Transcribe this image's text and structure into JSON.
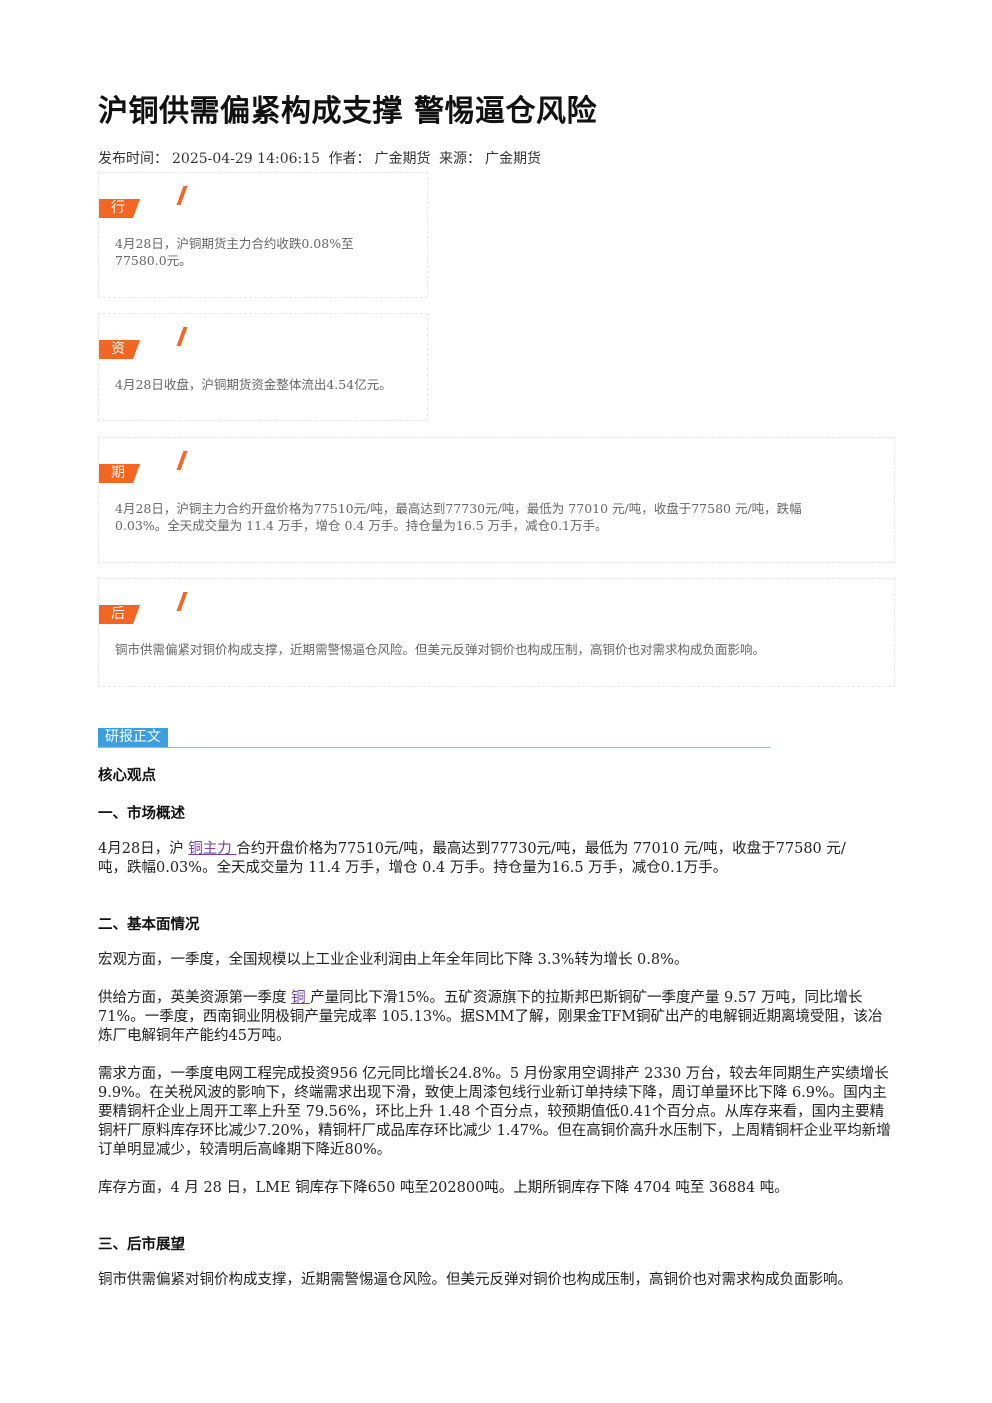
{
  "article": {
    "title": "沪铜供需偏紧构成支撑 警惕逼仓风险",
    "meta": {
      "publish_label": "发布时间：",
      "publish_time": "2025-04-29 14:06:15",
      "author_label": "作者：",
      "author": "广金期货",
      "source_label": "来源：",
      "source": "广金期货"
    }
  },
  "cards": {
    "market_review": {
      "tag": "行情复盘",
      "text": "4月28日，沪铜期货主力合约收跌0.08%至77580.0元。"
    },
    "fund_flow": {
      "tag": "资金流向",
      "text": "4月28日收盘，沪铜期货资金整体流出4.54亿元。"
    },
    "futures_market": {
      "tag": "期货市场",
      "text": "4月28日，沪铜主力合约开盘价格为77510元/吨，最高达到77730元/吨，最低为 77010 元/吨，收盘于77580 元/吨，跌幅0.03%。全天成交量为 11.4 万手，增仓 0.4 万手。持仓量为16.5 万手，减仓0.1万手。"
    },
    "outlook": {
      "tag": "后市展望",
      "text": "铜市供需偏紧对铜价构成支撑，近期需警惕逼仓风险。但美元反弹对铜价也构成压制，高铜价也对需求构成负面影响。"
    }
  },
  "report": {
    "tag": "研报正文",
    "core_view": "核心观点",
    "section1_title": "一、市场概述",
    "section1_pre": "4月28日，沪 ",
    "section1_link": "铜主力 ",
    "section1_post": "合约开盘价格为77510元/吨，最高达到77730元/吨，最低为 77010 元/吨，收盘于77580 元/吨，跌幅0.03%。全天成交量为 11.4 万手，增仓 0.4 万手。持仓量为16.5 万手，减仓0.1万手。",
    "section2_title": "二、基本面情况",
    "macro": "宏观方面，一季度，全国规模以上工业企业利润由上年全年同比下降 3.3%转为增长 0.8%。",
    "supply_pre": "供给方面，英美资源第一季度 ",
    "supply_link": "铜 ",
    "supply_post": "产量同比下滑15%。五矿资源旗下的拉斯邦巴斯铜矿一季度产量 9.57 万吨，同比增长71%。一季度，西南铜业阴极铜产量完成率 105.13%。据SMM了解，刚果金TFM铜矿出产的电解铜近期离境受阻，该冶炼厂电解铜年产能约45万吨。",
    "demand": "需求方面，一季度电网工程完成投资956 亿元同比增长24.8%。5 月份家用空调排产 2330 万台，较去年同期生产实绩增长9.9%。在关税风波的影响下，终端需求出现下滑，致使上周漆包线行业新订单持续下降，周订单量环比下降 6.9%。国内主要精铜杆企业上周开工率上升至 79.56%，环比上升 1.48 个百分点，较预期值低0.41个百分点。从库存来看，国内主要精铜杆厂原料库存环比减少7.20%，精铜杆厂成品库存环比减少 1.47%。但在高铜价高升水压制下，上周精铜杆企业平均新增订单明显减少，较清明后高峰期下降近80%。",
    "inventory": "库存方面，4 月 28 日，LME 铜库存下降650 吨至202800吨。上期所铜库存下降 4704 吨至 36884 吨。",
    "section3_title": "三、后市展望",
    "outlook": "铜市供需偏紧对铜价构成支撑，近期需警惕逼仓风险。但美元反弹对铜价也构成压制，高铜价也对需求构成负面影响。"
  }
}
